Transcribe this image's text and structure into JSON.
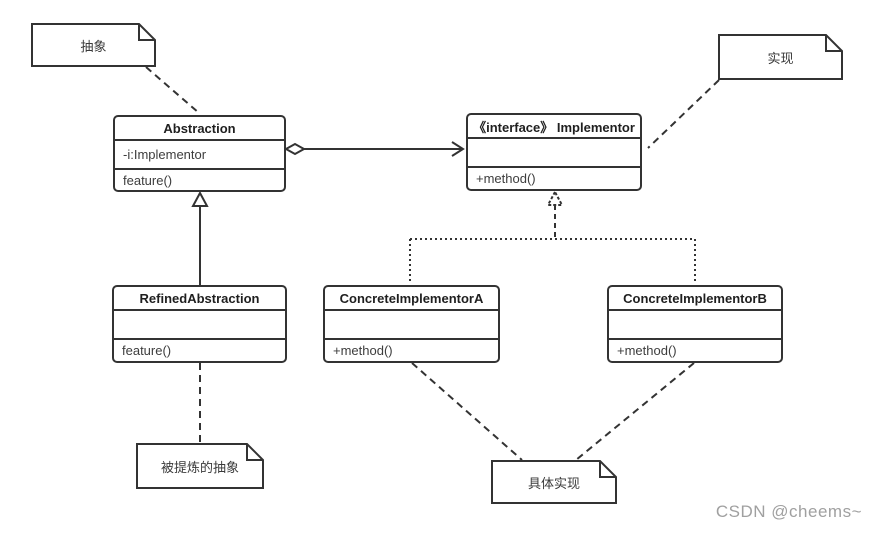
{
  "diagram": {
    "classes": [
      {
        "name": "Abstraction",
        "attribute": "-i:Implementor",
        "method": "feature()"
      },
      {
        "name": "《interface》 Implementor",
        "attribute": "",
        "method": "+method()"
      },
      {
        "name": "RefinedAbstraction",
        "attribute": "",
        "method": "feature()"
      },
      {
        "name": "ConcreteImplementorA",
        "attribute": "",
        "method": "+method()"
      },
      {
        "name": "ConcreteImplementorB",
        "attribute": "",
        "method": "+method()"
      }
    ],
    "notes": [
      {
        "text": "抽象"
      },
      {
        "text": "实现"
      },
      {
        "text": "被提炼的抽象"
      },
      {
        "text": "具体实现"
      }
    ],
    "relationships": [
      {
        "type": "aggregation",
        "from": "Abstraction",
        "to": "Implementor"
      },
      {
        "type": "inheritance",
        "from": "RefinedAbstraction",
        "to": "Abstraction"
      },
      {
        "type": "realization",
        "from": "ConcreteImplementorA",
        "to": "Implementor"
      },
      {
        "type": "realization",
        "from": "ConcreteImplementorB",
        "to": "Implementor"
      }
    ],
    "watermark": "CSDN @cheems~",
    "colors": {
      "stroke": "#333333",
      "fill": "#ffffff",
      "watermark": "#a0a0a0"
    }
  }
}
